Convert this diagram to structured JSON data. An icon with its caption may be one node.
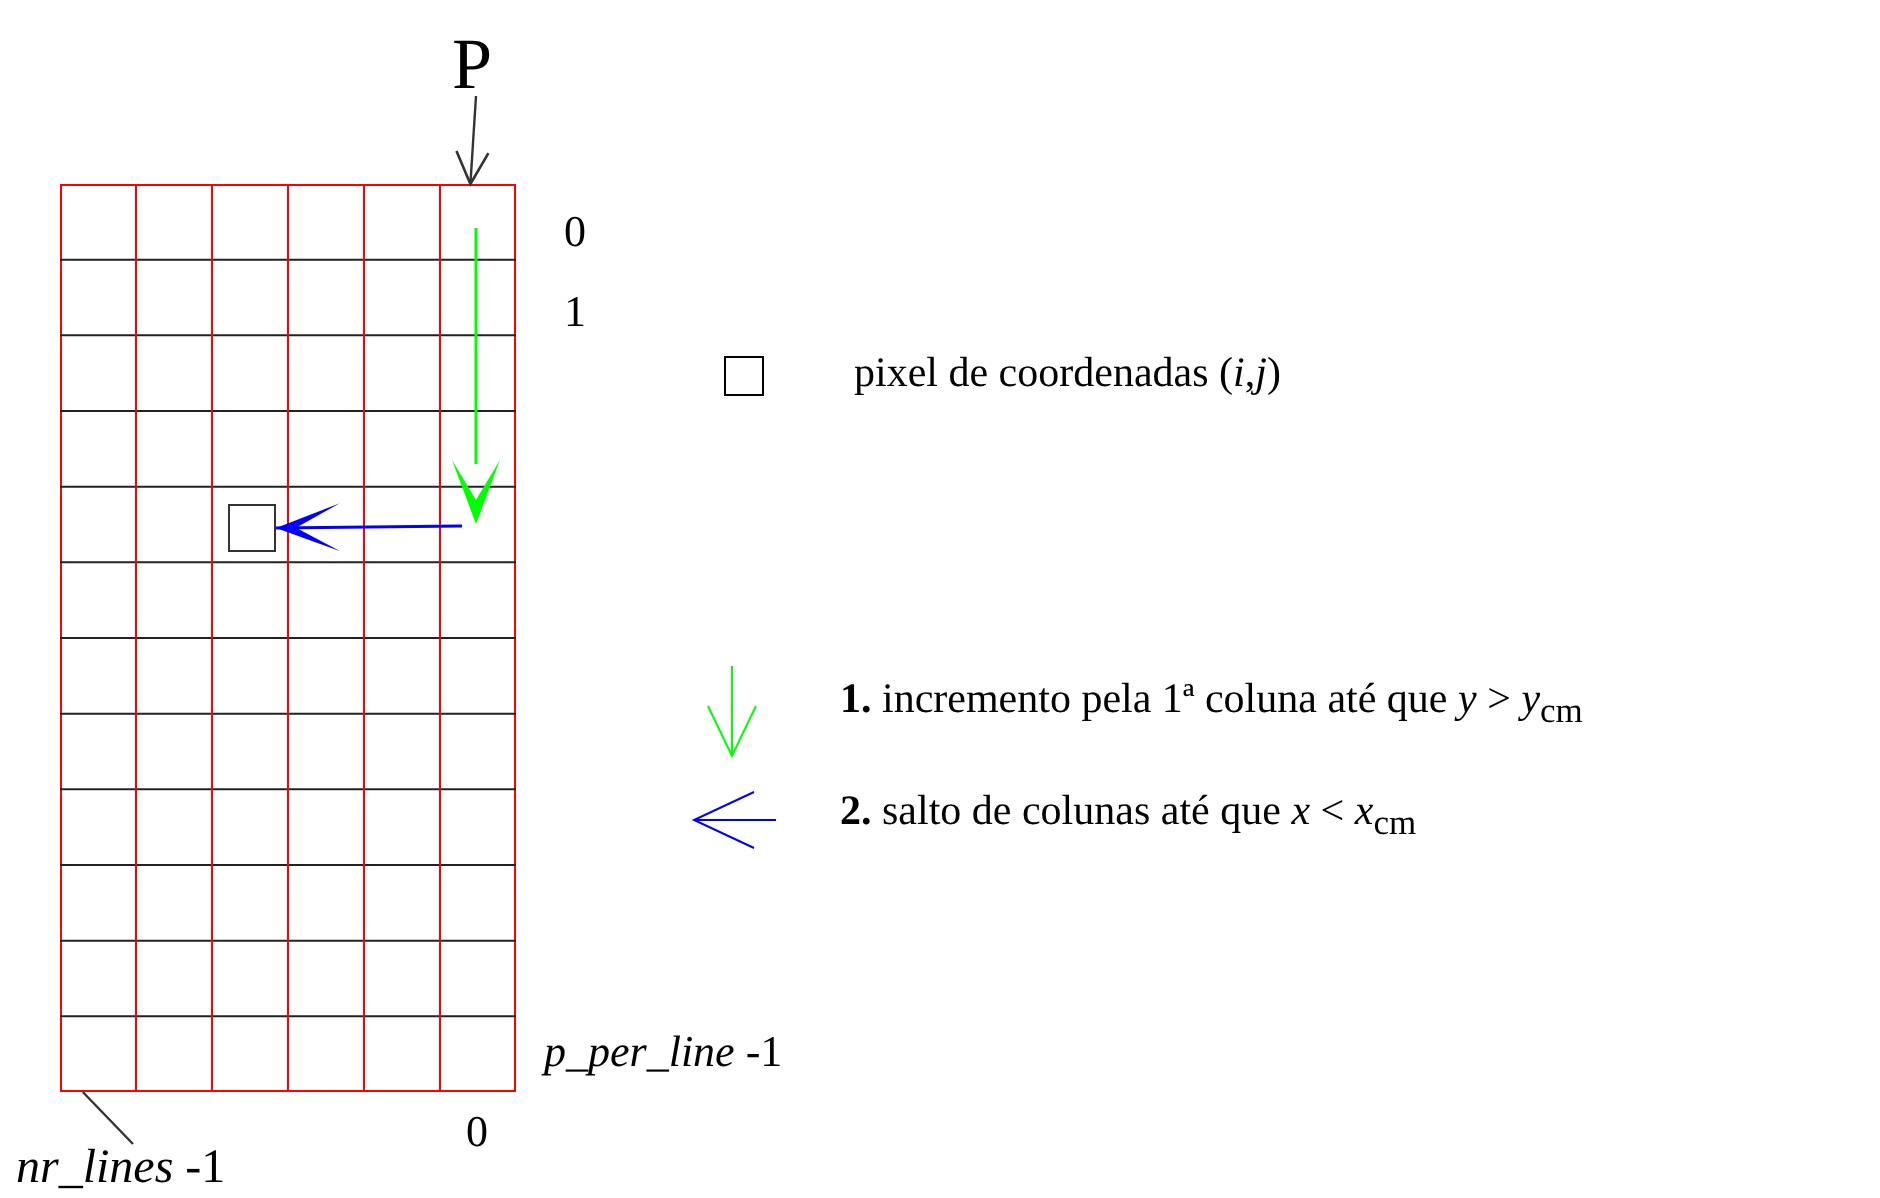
{
  "diagram": {
    "nodes": [
      {
        "text": [
          "P"
        ]
      },
      {
        "text": [],
        "shape": "grid"
      },
      {
        "text": [],
        "shape": "box",
        "in": 1
      },
      {
        "text": [
          "*nr_lines* -1"
        ]
      }
    ],
    "edges": [
      {
        "from": 0,
        "to": 1,
        "arrow": "to"
      },
      {
        "from": 3,
        "to": 1,
        "arrow": "none"
      },
      {
        "from": null,
        "to": 2,
        "arrow": "to",
        "color": "#0000ff"
      }
    ],
    "labels": [
      "0",
      "1",
      "*p_per_line* -1",
      "0"
    ],
    "legend": [
      {
        "text": "pixel de coordenadas (*i*,*j*)"
      },
      {
        "text": "**1.** incremento pela 1ª coluna até que *y* > *y*$_{cm}$"
      },
      {
        "text": "**2.** salto de colunas até que *x* < *x*$_{cm}$"
      }
    ]
  }
}
